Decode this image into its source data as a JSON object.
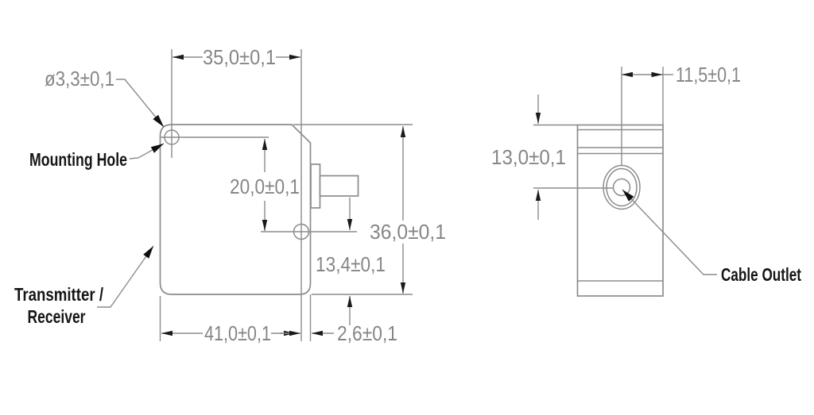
{
  "colors": {
    "background": "#ffffff",
    "drawing_lines": "#8c8c8c",
    "dimension_text": "#868686",
    "label_text": "#161616",
    "arrowheads": "#1a1a1a"
  },
  "front": {
    "dims": {
      "hole_diameter": "ø3,3±0,1",
      "top_width": "35,0±0,1",
      "hole_to_axis": "20,0±0,1",
      "height": "36,0±0,1",
      "axis_to_bottom": "13,4±0,1",
      "bottom_width": "41,0±0,1",
      "edge_offset": "2,6±0,1"
    },
    "labels": {
      "mounting_hole": "Mounting Hole",
      "device_line1": "Transmitter /",
      "device_line2": "Receiver"
    }
  },
  "side": {
    "dims": {
      "width": "11,5±0,1",
      "top_to_outlet": "13,0±0,1"
    },
    "labels": {
      "cable_outlet": "Cable Outlet"
    }
  }
}
